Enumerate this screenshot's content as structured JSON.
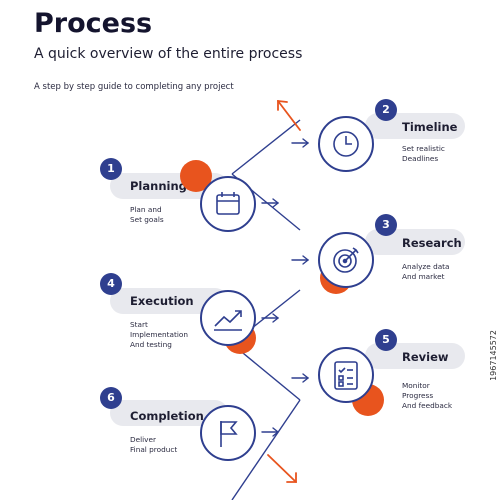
{
  "header": {
    "title": "Process",
    "subtitle": "A quick overview of the entire process",
    "tagline": "A step by step guide to completing any project"
  },
  "steps": [
    {
      "num": "1",
      "title": "Planning",
      "desc": [
        "Plan and",
        "Set goals"
      ],
      "icon": "calendar-icon"
    },
    {
      "num": "2",
      "title": "Timeline",
      "desc": [
        "Set realistic",
        "Deadlines"
      ],
      "icon": "clock-icon"
    },
    {
      "num": "3",
      "title": "Research",
      "desc": [
        "Analyze data",
        "And market"
      ],
      "icon": "target-icon"
    },
    {
      "num": "4",
      "title": "Execution",
      "desc": [
        "Start",
        "Implementation",
        "And testing"
      ],
      "icon": "trend-chart-icon"
    },
    {
      "num": "5",
      "title": "Review",
      "desc": [
        "Monitor",
        "Progress",
        "And feedback"
      ],
      "icon": "checklist-icon"
    },
    {
      "num": "6",
      "title": "Completion",
      "desc": [
        "Deliver",
        "Final product"
      ],
      "icon": "flag-icon"
    }
  ],
  "colors": {
    "navy": "#2f3f8f",
    "accent": "#e8541e",
    "pill": "#e8e9ee"
  },
  "watermark": "1967145572"
}
